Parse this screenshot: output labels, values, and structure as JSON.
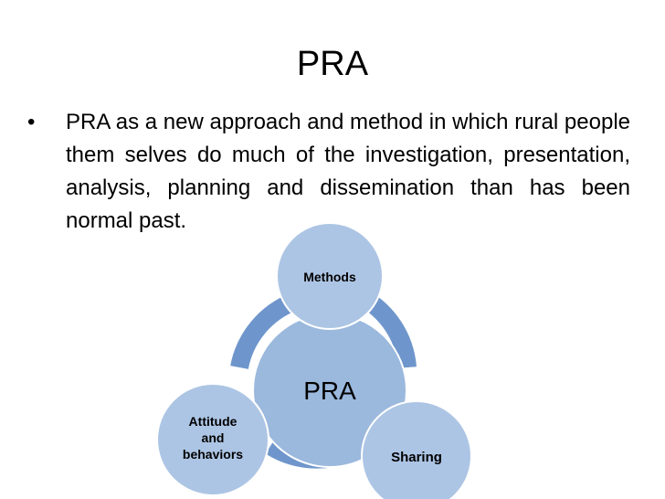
{
  "slide": {
    "title": "PRA",
    "bullet_symbol": "•",
    "bullet_text": "PRA as a new approach and method in which rural people them selves do much of the investigation, presentation, analysis, planning and dissemination than has been normal past."
  },
  "diagram": {
    "center": "PRA",
    "nodes": {
      "top": "Methods",
      "right": "Sharing",
      "left_line1": "Attitude",
      "left_line2": "and",
      "left_line3": "behaviors"
    },
    "colors": {
      "center_fill": "#9bb8dd",
      "node_fill": "#adc5e4",
      "arrow": "#6f96cc",
      "stroke": "#ffffff"
    }
  }
}
